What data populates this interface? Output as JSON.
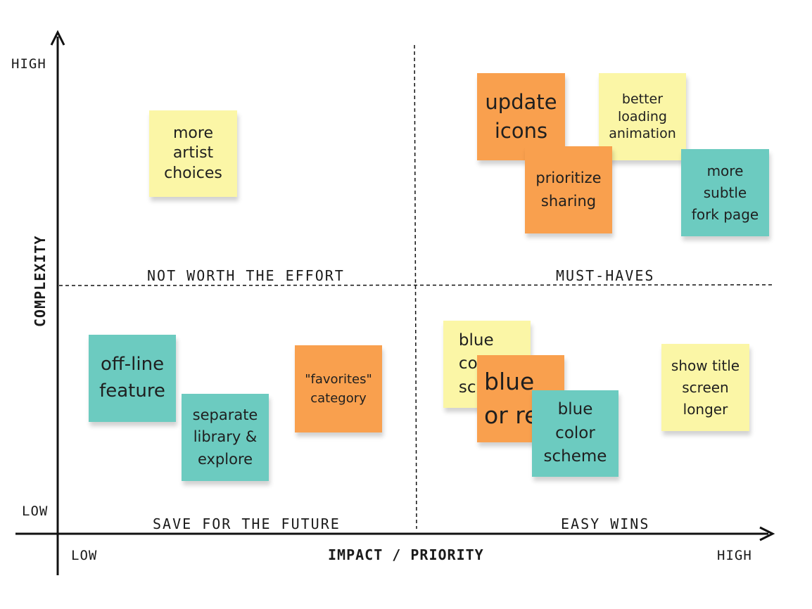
{
  "colors": {
    "yellow": "#fbf6a6",
    "orange": "#f9a04e",
    "teal": "#6ccbc0",
    "axis": "#111111"
  },
  "axes": {
    "y_title": "COMPLEXITY",
    "y_high": "HIGH",
    "y_low": "LOW",
    "x_title": "IMPACT / PRIORITY",
    "x_low": "LOW",
    "x_high": "HIGH"
  },
  "quadrants": {
    "top_left": "NOT WORTH THE EFFORT",
    "top_right": "MUST-HAVES",
    "bottom_left": "SAVE FOR THE FUTURE",
    "bottom_right": "EASY WINS"
  },
  "notes": {
    "more_artist_choices": "more\nartist\nchoices",
    "update_icons": "update\nicons",
    "better_loading_animation": "better\nloading\nanimation",
    "prioritize_sharing": "prioritize\nsharing",
    "more_subtle_fork_page": "more\nsubtle\nfork page",
    "offline_feature": "off-line\nfeature",
    "separate_library_explore": "separate\nlibrary &\nexplore",
    "favorites_category": "\"favorites\"\ncategory",
    "blue_color_scheme_back": "   blue\n   co\n   sch",
    "blue_or_red": "blue\nor re",
    "blue_color_scheme_front": "blue\ncolor\nscheme",
    "show_title_screen_longer": "show title\nscreen\nlonger"
  }
}
